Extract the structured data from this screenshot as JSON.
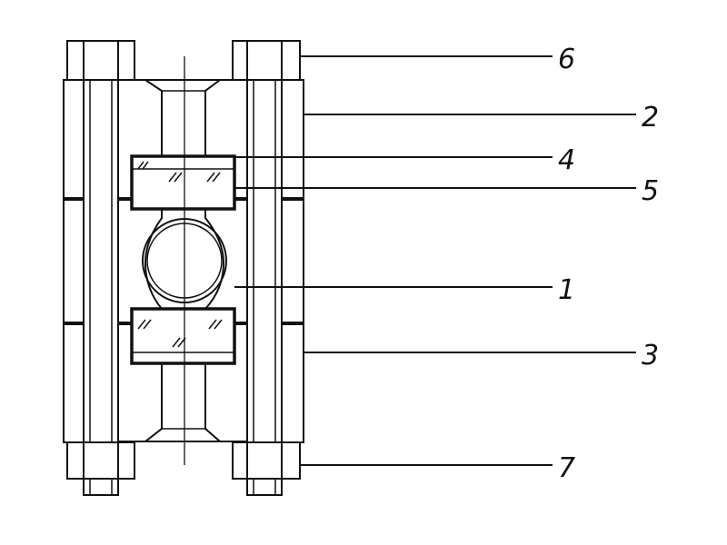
{
  "callouts": [
    {
      "id": "6",
      "label": "6"
    },
    {
      "id": "2",
      "label": "2"
    },
    {
      "id": "4",
      "label": "4"
    },
    {
      "id": "5",
      "label": "5"
    },
    {
      "id": "1",
      "label": "1"
    },
    {
      "id": "3",
      "label": "3"
    },
    {
      "id": "7",
      "label": "7"
    }
  ]
}
